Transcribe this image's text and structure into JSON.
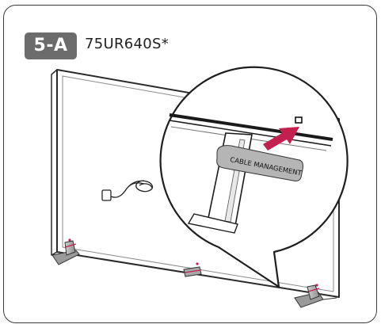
{
  "step": {
    "badge": "5-A",
    "model": "75UR640S*"
  },
  "callout": {
    "label": "CABLE MANAGEMENT"
  },
  "colors": {
    "badge_bg": "#6c6c6c",
    "accent_arrow": "#c4204f",
    "clip": "#b5b5b5"
  }
}
